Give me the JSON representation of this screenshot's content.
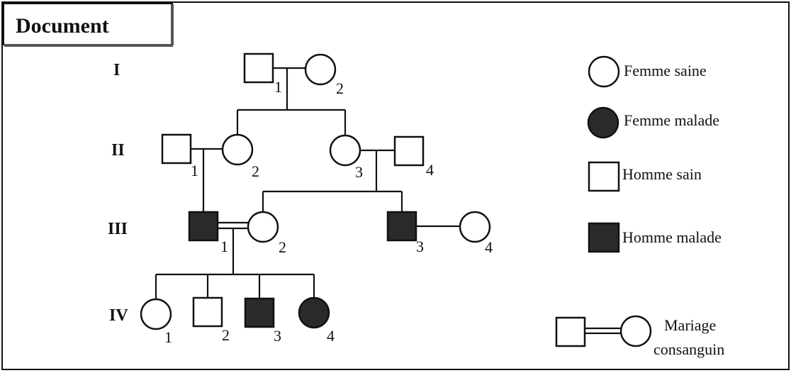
{
  "title": "Document",
  "generations": [
    {
      "id": "I",
      "label": "I"
    },
    {
      "id": "II",
      "label": "II"
    },
    {
      "id": "III",
      "label": "III"
    },
    {
      "id": "IV",
      "label": "IV"
    }
  ],
  "individuals": [
    {
      "id": "I-1",
      "gen": "I",
      "number": "1",
      "sex": "male",
      "affected": false
    },
    {
      "id": "I-2",
      "gen": "I",
      "number": "2",
      "sex": "female",
      "affected": false
    },
    {
      "id": "II-1",
      "gen": "II",
      "number": "1",
      "sex": "male",
      "affected": false
    },
    {
      "id": "II-2",
      "gen": "II",
      "number": "2",
      "sex": "female",
      "affected": false
    },
    {
      "id": "II-3",
      "gen": "II",
      "number": "3",
      "sex": "female",
      "affected": false
    },
    {
      "id": "II-4",
      "gen": "II",
      "number": "4",
      "sex": "male",
      "affected": false
    },
    {
      "id": "III-1",
      "gen": "III",
      "number": "1",
      "sex": "male",
      "affected": true
    },
    {
      "id": "III-2",
      "gen": "III",
      "number": "2",
      "sex": "female",
      "affected": false
    },
    {
      "id": "III-3",
      "gen": "III",
      "number": "3",
      "sex": "male",
      "affected": true
    },
    {
      "id": "III-4",
      "gen": "III",
      "number": "4",
      "sex": "female",
      "affected": false
    },
    {
      "id": "IV-1",
      "gen": "IV",
      "number": "1",
      "sex": "female",
      "affected": false
    },
    {
      "id": "IV-2",
      "gen": "IV",
      "number": "2",
      "sex": "male",
      "affected": false
    },
    {
      "id": "IV-3",
      "gen": "IV",
      "number": "3",
      "sex": "male",
      "affected": true
    },
    {
      "id": "IV-4",
      "gen": "IV",
      "number": "4",
      "sex": "female",
      "affected": true
    }
  ],
  "unions": [
    {
      "partners": [
        "I-1",
        "I-2"
      ],
      "consanguineous": false,
      "children": [
        "II-2",
        "II-3"
      ]
    },
    {
      "partners": [
        "II-1",
        "II-2"
      ],
      "consanguineous": false,
      "children": [
        "III-1"
      ]
    },
    {
      "partners": [
        "II-3",
        "II-4"
      ],
      "consanguineous": false,
      "children": [
        "III-2",
        "III-3"
      ]
    },
    {
      "partners": [
        "III-1",
        "III-2"
      ],
      "consanguineous": true,
      "children": [
        "IV-1",
        "IV-2",
        "IV-3",
        "IV-4"
      ]
    },
    {
      "partners": [
        "III-3",
        "III-4"
      ],
      "consanguineous": false,
      "children": []
    }
  ],
  "legend": {
    "femme_saine": "Femme saine",
    "femme_malade": "Femme malade",
    "homme_sain": "Homme sain",
    "homme_malade": "Homme malade",
    "mariage_line1": "Mariage",
    "mariage_line2": "consanguin"
  },
  "colors": {
    "affected_fill": "#2a2a2a",
    "healthy_fill": "#ffffff",
    "stroke": "#111111"
  }
}
